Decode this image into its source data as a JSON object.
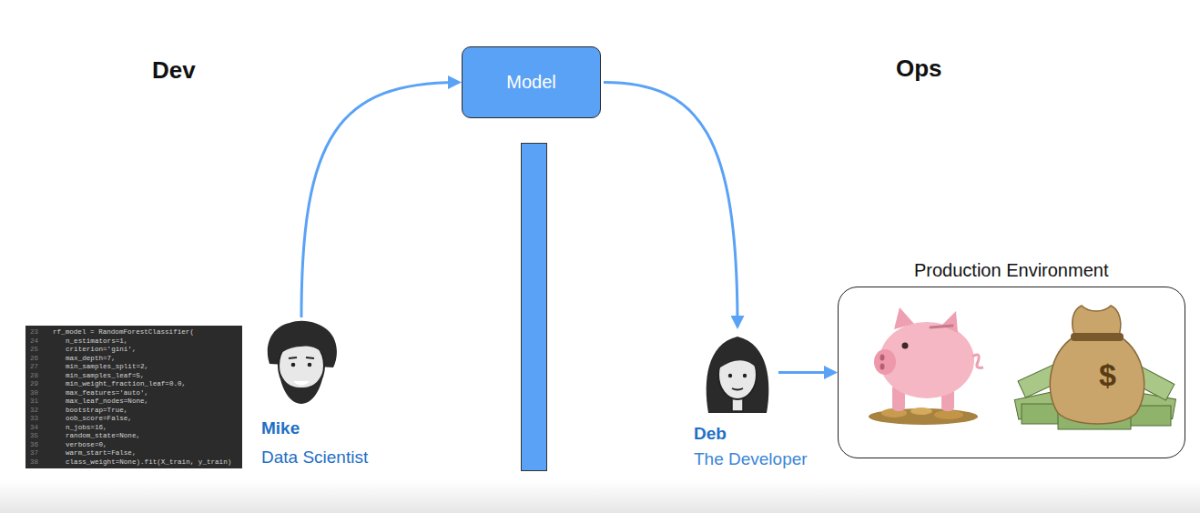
{
  "diagram": {
    "nodes": [
      {
        "text": [
          "Mike",
          "Data Scientist"
        ]
      },
      {
        "text": [
          "Model"
        ]
      },
      {
        "text": [
          "Deb",
          "The Developer"
        ]
      },
      {
        "text": [
          "Production Environment"
        ]
      }
    ],
    "edges": [
      {
        "from": 0,
        "to": 1,
        "arrow": "to"
      },
      {
        "from": 1,
        "to": 2,
        "arrow": "to"
      },
      {
        "from": 2,
        "to": 3,
        "arrow": "to"
      }
    ],
    "labels": [
      "Dev",
      "Ops",
      "23",
      "rf_model = RandomForestClassifier(",
      "24",
      "n_estimators=1,",
      "25",
      "criterion='gini',",
      "26",
      "max_depth=7,",
      "27",
      "min_samples_split=2,",
      "28",
      "min_samples_leaf=5,",
      "29",
      "min_weight_fraction_leaf=0.0,",
      "30",
      "max_features='auto',",
      "31",
      "max_leaf_nodes=None,",
      "32",
      "bootstrap=True,",
      "33",
      "oob_score=False,",
      "34",
      "n_jobs=16,",
      "35",
      "random_state=None,",
      "36",
      "verbose=0,",
      "37",
      "warm_start=False,",
      "38",
      "class_weight=None).fit(X_train, y_train)",
      "$"
    ]
  }
}
